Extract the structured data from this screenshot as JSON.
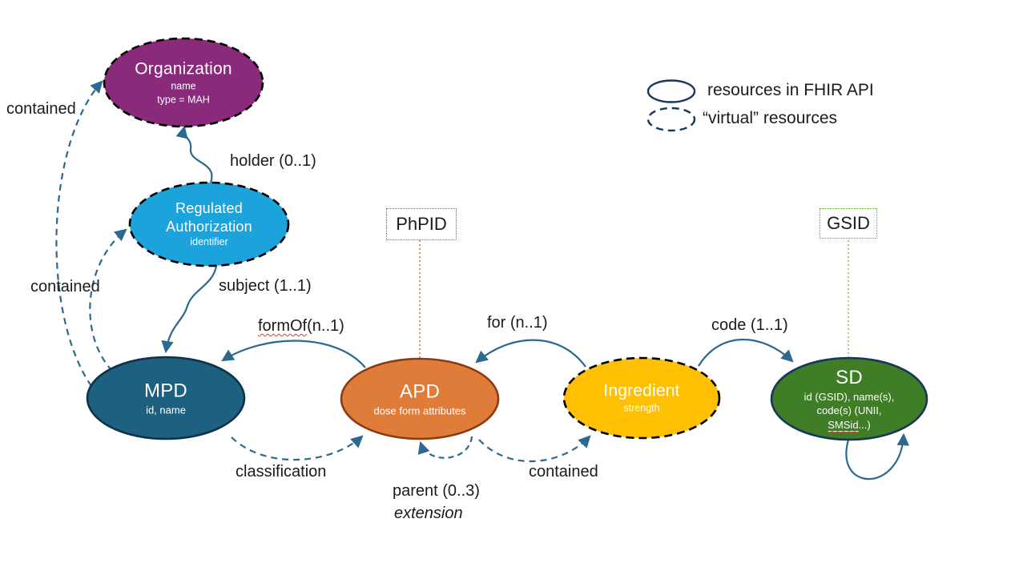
{
  "legend": {
    "solid_label": "resources in FHIR API",
    "dashed_label": "“virtual” resources"
  },
  "nodes": {
    "organization": {
      "title": "Organization",
      "attr1": "name",
      "attr2": "type = MAH",
      "fill": "#8a2a7b"
    },
    "regulated_authorization": {
      "title_line1": "Regulated",
      "title_line2": "Authorization",
      "attr1": "identifier",
      "fill": "#1ca3db"
    },
    "mpd": {
      "title": "MPD",
      "attr1": "id, name",
      "fill": "#1d607f"
    },
    "apd": {
      "title": "APD",
      "attr1": "dose form attributes",
      "fill": "#e07c39"
    },
    "ingredient": {
      "title": "Ingredient",
      "attr1": "strength",
      "fill": "#ffc003"
    },
    "sd": {
      "title": "SD",
      "attr1": "id (GSID), name(s),",
      "attr2": "code(s) (UNII,",
      "attr3_word": "SMSid",
      "attr3_rest": "...)",
      "fill": "#3f7d26"
    }
  },
  "badges": {
    "phpid": "PhPID",
    "gsid": "GSID"
  },
  "edge_labels": {
    "contained_org": "contained",
    "holder": "holder (0..1)",
    "contained_regauth": "contained",
    "subject": "subject (1..1)",
    "formof_word": "formOf",
    "formof_card": "(n..1)",
    "for_apd": "for (n..1)",
    "code": "code (1..1)",
    "classification": "classification",
    "parent": "parent (0..3)",
    "extension": "extension",
    "contained_ingredient": "contained"
  },
  "colors": {
    "arrow": "#2b6a8e",
    "node_dashed_border": "#000000",
    "mpd_border": "#0d3349",
    "apd_border": "#8a3b12",
    "sd_border": "#16365c",
    "phpid_border": "#c55a11",
    "gsid_border": "#70ad47",
    "legend_stroke": "#17375e",
    "spellcheck_squiggle": "#d83a2b"
  }
}
